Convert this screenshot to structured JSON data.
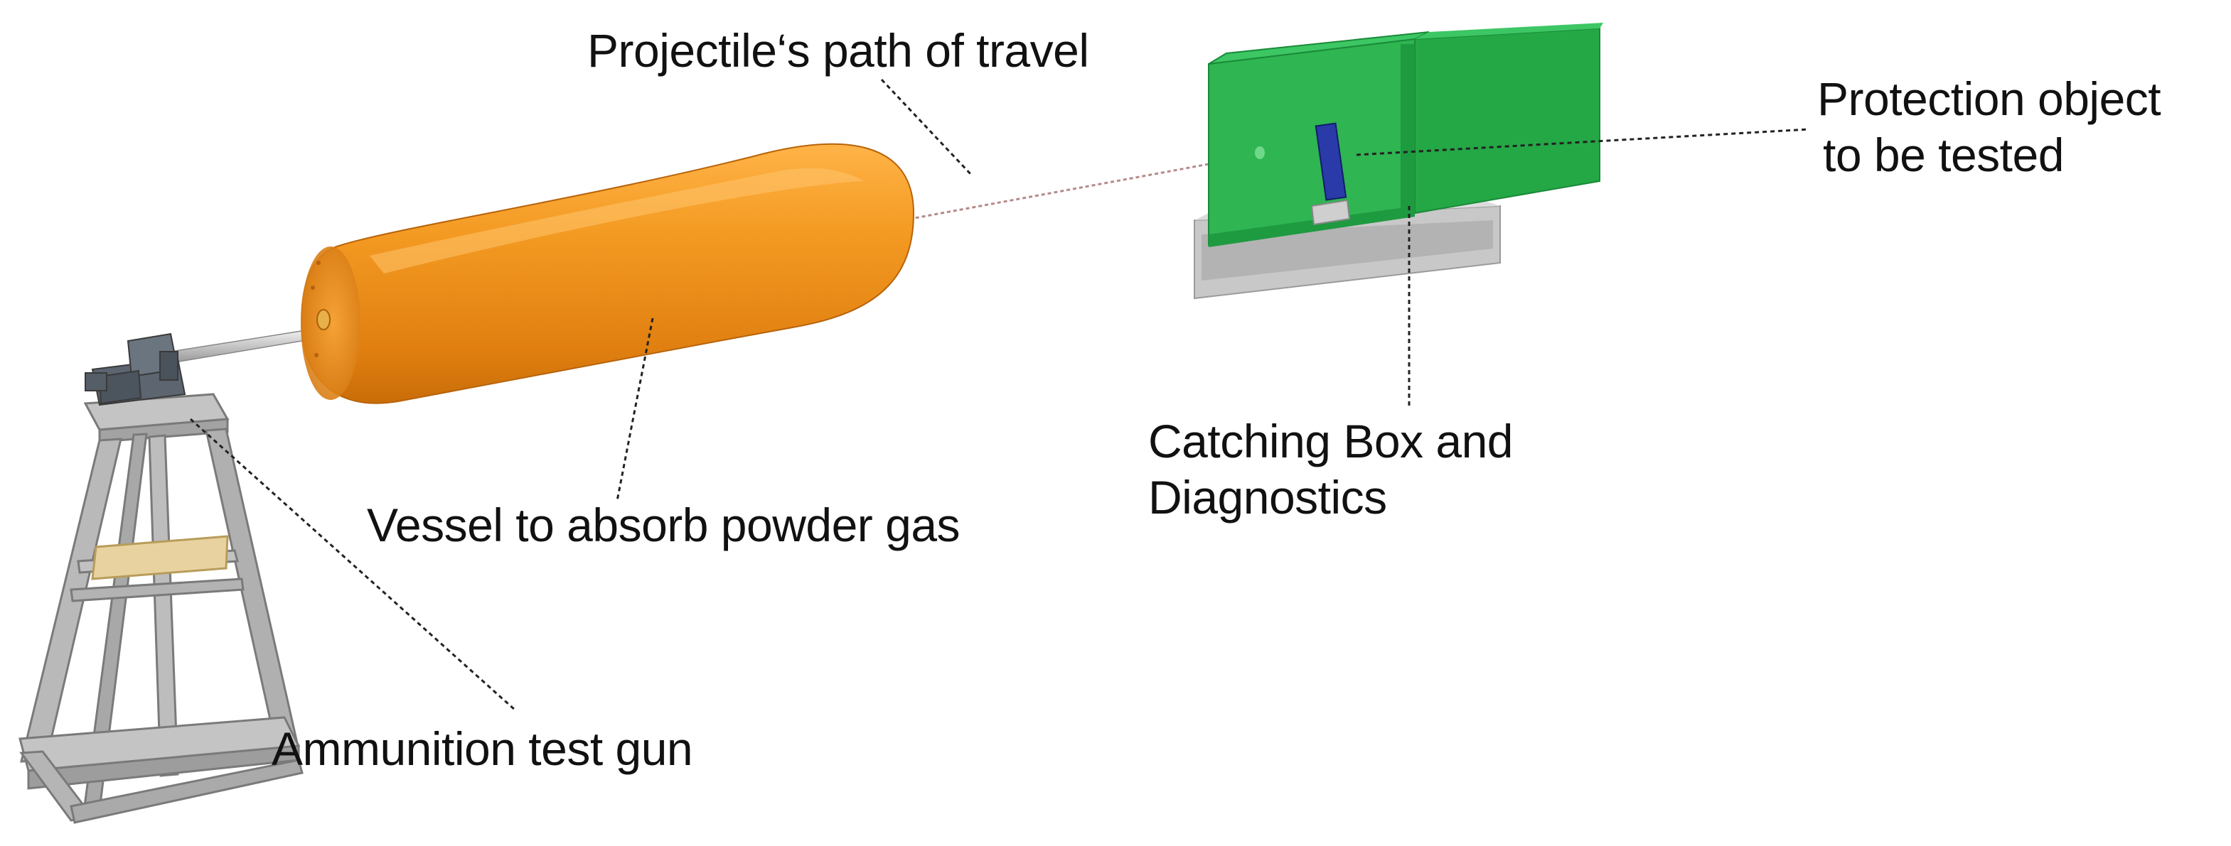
{
  "labels": {
    "path": "Projectile‘s path of travel",
    "protection_line1": "Protection object",
    "protection_line2": "to be tested",
    "catching_line1": "Catching Box and",
    "catching_line2": "Diagnostics",
    "vessel": "Vessel to absorb powder gas",
    "gun": "Ammunition test gun"
  },
  "colors": {
    "vessel": "#f0901a",
    "box": "#22b14c",
    "stand": "#a9a9a9",
    "text": "#111111"
  }
}
